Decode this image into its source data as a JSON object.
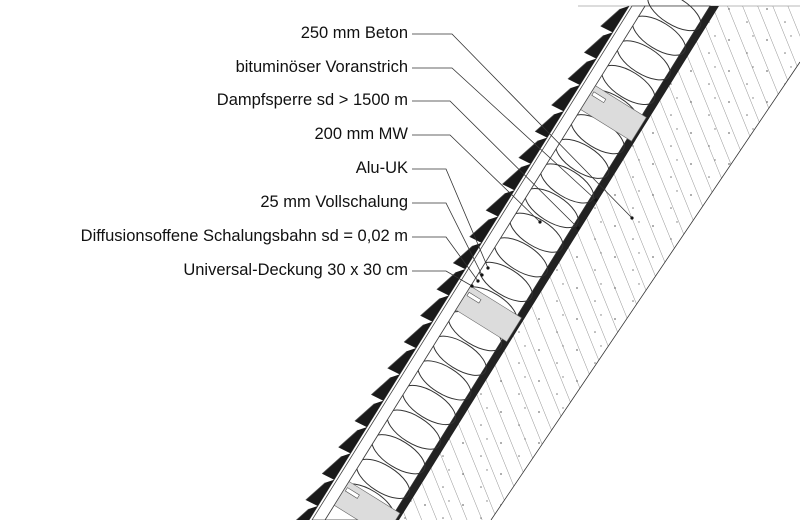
{
  "labels": [
    "250 mm Beton",
    "bituminöser Voranstrich",
    "Dampfsperre sd > 1500 m",
    "200 mm MW",
    "Alu-UK",
    "25 mm Vollschalung",
    "Diffusionsoffene Schalungsbahn sd = 0,02 m",
    "Universal-Deckung 30 x 30 cm"
  ],
  "colors": {
    "ink": "#111111",
    "line": "#333333",
    "tile": "#1a1a1a",
    "bracket": "#dcdcdc",
    "hatch": "#8a8a8a",
    "background": "#ffffff"
  }
}
